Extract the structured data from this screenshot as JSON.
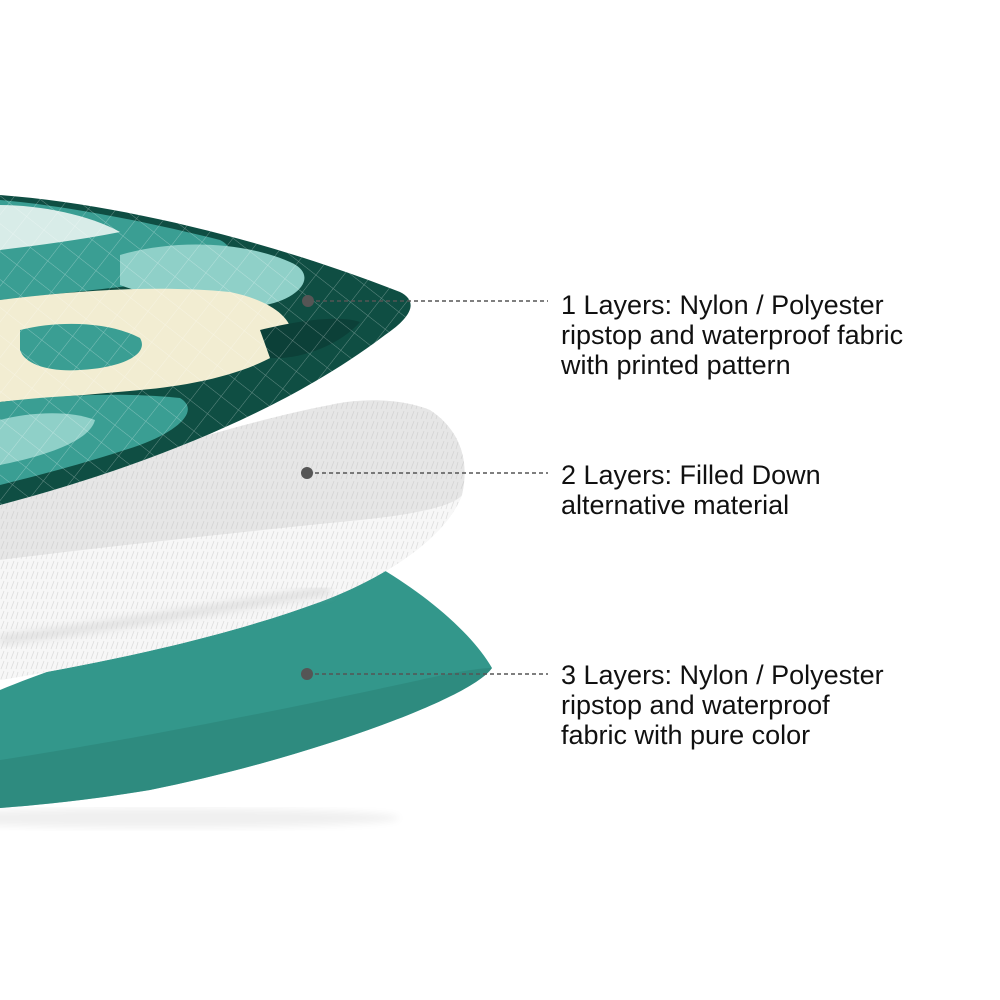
{
  "layers": [
    {
      "name": "top",
      "lines": [
        "1 Layers: Nylon / Polyester",
        "ripstop and waterproof fabric",
        "with printed pattern"
      ]
    },
    {
      "name": "middle",
      "lines": [
        "2 Layers: Filled Down",
        "alternative material"
      ]
    },
    {
      "name": "bottom",
      "lines": [
        "3 Layers: Nylon / Polyester",
        "ripstop and waterproof",
        "fabric with pure color"
      ]
    }
  ],
  "colors": {
    "background": "#ffffff",
    "dark_green": "#0f4e43",
    "camo_teal": "#3a9e93",
    "camo_light_teal": "#8fd0c8",
    "camo_cream": "#f2edd2",
    "camo_mint": "#d8ece8",
    "fleece_white": "#f4f4f4",
    "fleece_shadow": "#d6d6d6",
    "bottom_teal": "#33978b",
    "leader_line": "#555555",
    "text": "#111111"
  }
}
